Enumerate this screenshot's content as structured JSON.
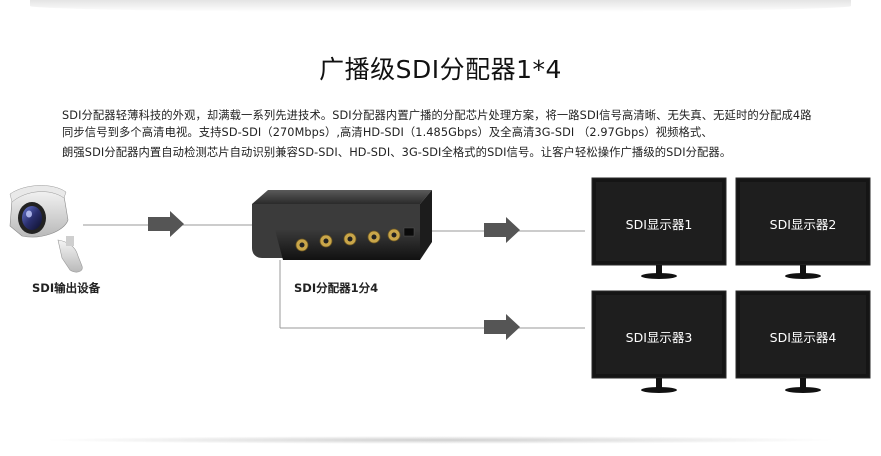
{
  "title": "广播级SDI分配器1*4",
  "description": {
    "line1": "SDI分配器轻薄科技的外观，却满载一系列先进技术。SDI分配器内置广播的分配芯片处理方案，将一路SDI信号高清晰、无失真、无延时的分配成4路",
    "line2": "同步信号到多个高清电视。支持SD-SDI（270Mbps）,高清HD-SDI（1.485Gbps）及全高清3G-SDI （2.97Gbps）视频格式、",
    "line3": "朗强SDI分配器内置自动检测芯片自动识别兼容SD-SDI、HD-SDI、3G-SDI全格式的SDI信号。让客户轻松操作广播级的SDI分配器。"
  },
  "diagram": {
    "source_label": "SDI输出设备",
    "splitter_label": "SDI分配器1分4",
    "monitors": [
      {
        "label": "SDI显示器1"
      },
      {
        "label": "SDI显示器2"
      },
      {
        "label": "SDI显示器3"
      },
      {
        "label": "SDI显示器4"
      }
    ]
  },
  "colors": {
    "monitor_screen": "#151515",
    "arrow": "#555555",
    "line": "#9a9a9a"
  }
}
